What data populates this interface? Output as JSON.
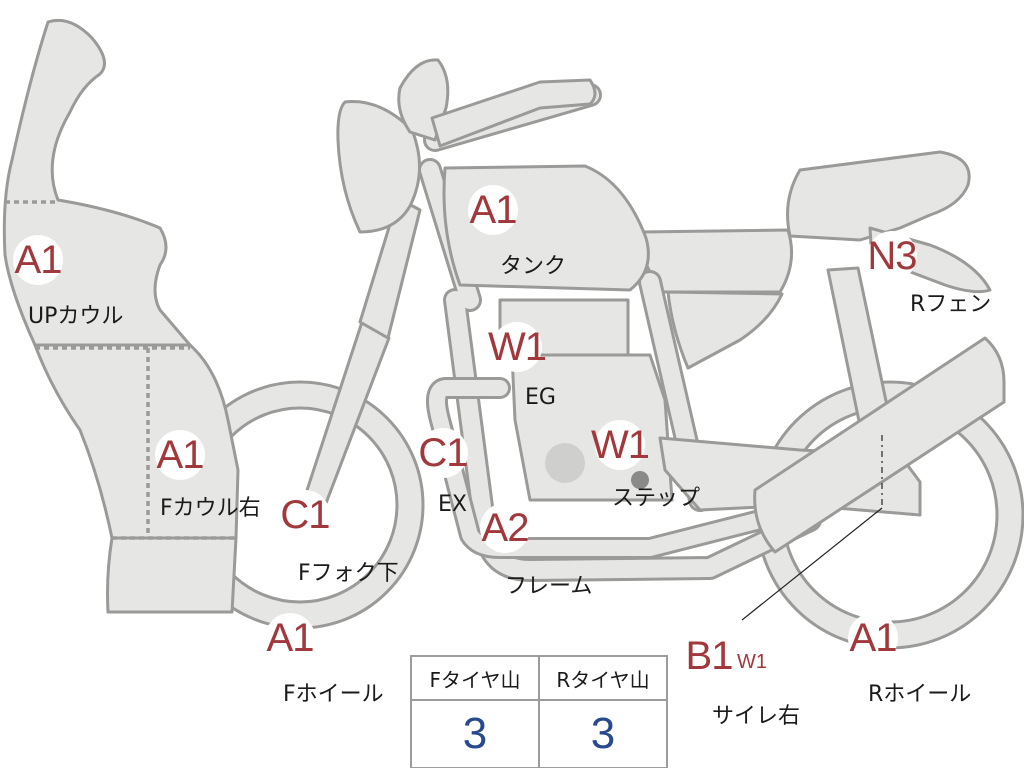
{
  "badges": {
    "up_cowl": "A1",
    "f_cowl_right": "A1",
    "tank": "A1",
    "engine": "W1",
    "step": "W1",
    "exhaust": "C1",
    "frame": "A2",
    "f_fork_lower": "C1",
    "f_wheel": "A1",
    "r_fender": "N3",
    "silencer": "B1",
    "silencer_small": "W1",
    "r_wheel": "A1"
  },
  "labels": {
    "up_cowl": "UPカウル",
    "f_cowl_right": "Fカウル右",
    "tank": "タンク",
    "engine": "EG",
    "step": "ステップ",
    "exhaust": "EX",
    "frame": "フレーム",
    "f_fork_lower": "Fフォク下",
    "f_wheel": "Fホイール",
    "r_fender": "Rフェン",
    "silencer": "サイレ右",
    "r_wheel": "Rホイール"
  },
  "tire_table": {
    "headers": [
      "Fタイヤ山",
      "Rタイヤ山"
    ],
    "values": [
      "3",
      "3"
    ]
  },
  "colors": {
    "part_fill": "#e6e6e4",
    "part_outline": "#9a9a98",
    "badge_text": "#a0383c",
    "table_value": "#274a8f"
  }
}
